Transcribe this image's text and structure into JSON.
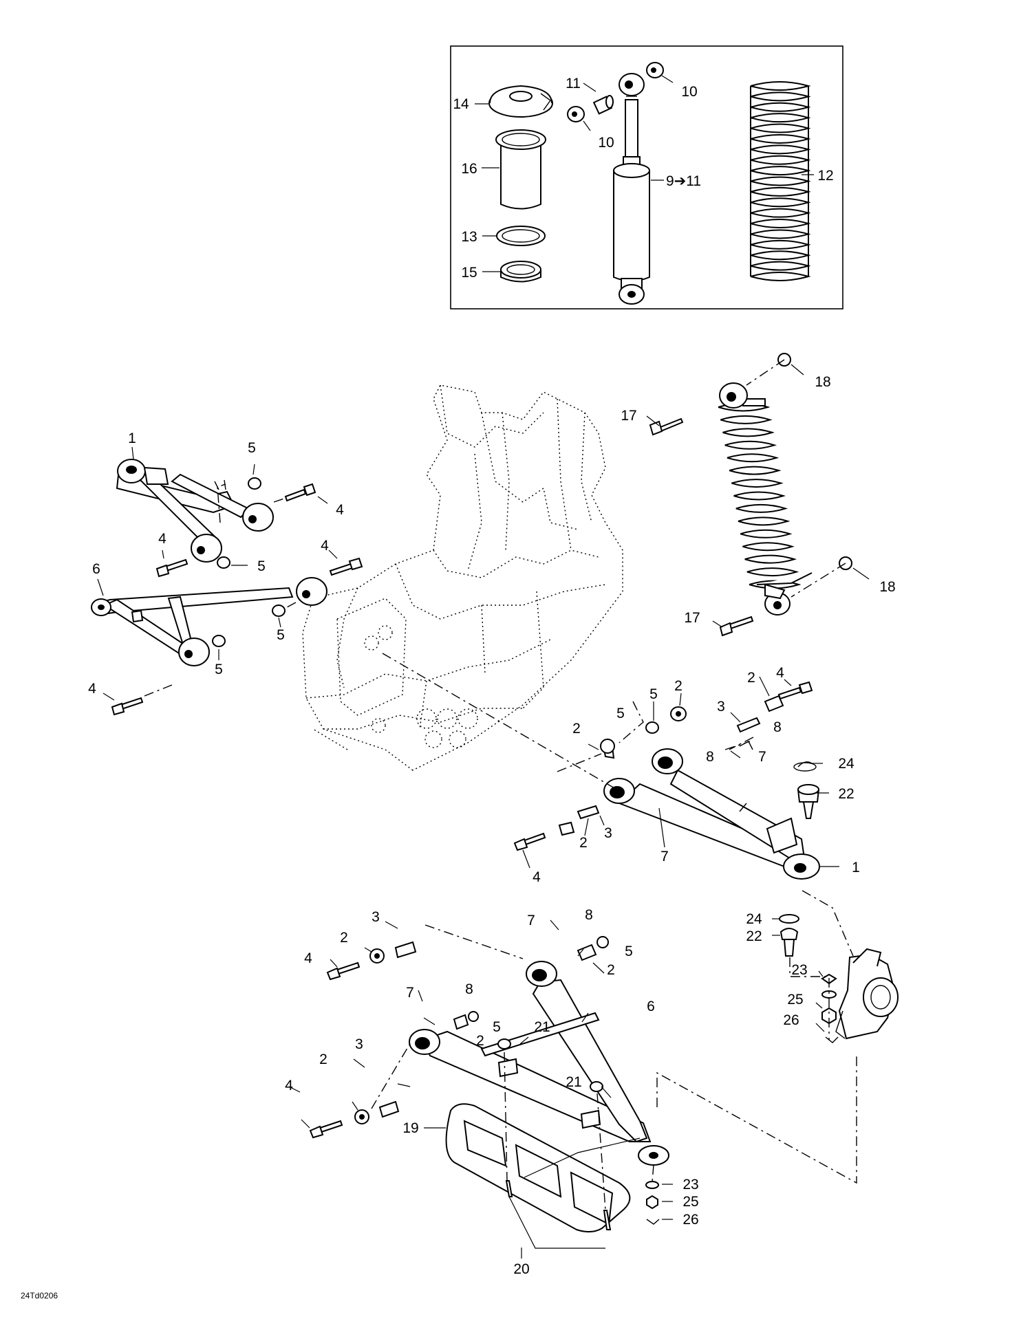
{
  "drawing_code": "24Td0206",
  "callouts": {
    "c1a": "1",
    "c1b": "1",
    "c2a": "2",
    "c2b": "2",
    "c2c": "2",
    "c2d": "2",
    "c2e": "2",
    "c2f": "2",
    "c2g": "2",
    "c2h": "2",
    "c3a": "3",
    "c3b": "3",
    "c3c": "3",
    "c3d": "3",
    "c4a": "4",
    "c4b": "4",
    "c4c": "4",
    "c4d": "4",
    "c4e": "4",
    "c4f": "4",
    "c4g": "4",
    "c4h": "4",
    "c5a": "5",
    "c5b": "5",
    "c5c": "5",
    "c5d": "5",
    "c5e": "5",
    "c5f": "5",
    "c5g": "5",
    "c5h": "5",
    "c6a": "6",
    "c6b": "6",
    "c7a": "7",
    "c7b": "7",
    "c7c": "7",
    "c7d": "7",
    "c8a": "8",
    "c8b": "8",
    "c8c": "8",
    "c8d": "8",
    "c9": "9➔11",
    "c10a": "10",
    "c10b": "10",
    "c11": "11",
    "c12": "12",
    "c13": "13",
    "c14": "14",
    "c15": "15",
    "c16": "16",
    "c17a": "17",
    "c17b": "17",
    "c18a": "18",
    "c18b": "18",
    "c19": "19",
    "c20": "20",
    "c21a": "21",
    "c21b": "21",
    "c22a": "22",
    "c22b": "22",
    "c23a": "23",
    "c23b": "23",
    "c24a": "24",
    "c24b": "24",
    "c25a": "25",
    "c25b": "25",
    "c26a": "26",
    "c26b": "26"
  }
}
